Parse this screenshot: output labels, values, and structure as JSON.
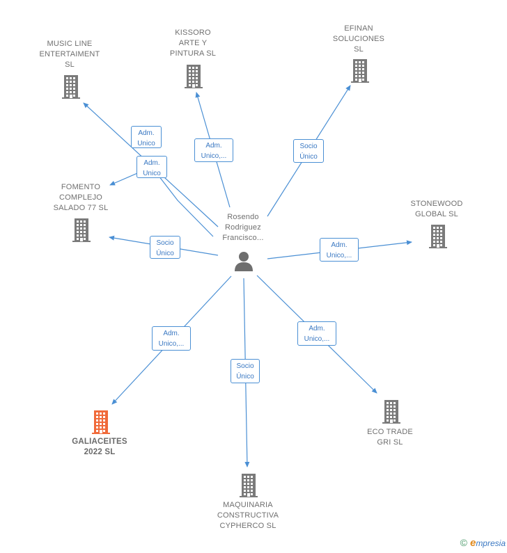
{
  "colors": {
    "edge": "#4a8fd4",
    "building": "#7a7a7a",
    "focus_building": "#f06a3a",
    "person": "#6e6e6e"
  },
  "center": {
    "name": "Rosendo\nRodriguez\nFrancisco..."
  },
  "companies": [
    {
      "id": "music-line",
      "name": "MUSIC LINE\nENTERTAIMENT\nSL"
    },
    {
      "id": "kissoro",
      "name": "KISSORO\nARTE Y\nPINTURA  SL"
    },
    {
      "id": "efinan",
      "name": "EFINAN\nSOLUCIONES\nSL"
    },
    {
      "id": "fomento",
      "name": "FOMENTO\nCOMPLEJO\nSALADO 77  SL"
    },
    {
      "id": "stonewood",
      "name": "STONEWOOD\nGLOBAL  SL"
    },
    {
      "id": "galiaceites",
      "name": "GALIACEITES\n2022  SL",
      "focus": true
    },
    {
      "id": "maquinaria",
      "name": "MAQUINARIA\nCONSTRUCTIVA\nCYPHERCO  SL"
    },
    {
      "id": "eco-trade",
      "name": "ECO TRADE\nGRI  SL"
    }
  ],
  "relations": [
    {
      "to": "music-line",
      "label": "Adm.\nUnico"
    },
    {
      "to": "kissoro",
      "label": "Adm.\nUnico,..."
    },
    {
      "to": "efinan",
      "label": "Socio\nÚnico"
    },
    {
      "to": "fomento",
      "label": "Adm.\nUnico"
    },
    {
      "to": "fomento",
      "label": "Socio\nÚnico"
    },
    {
      "to": "stonewood",
      "label": "Adm.\nUnico,..."
    },
    {
      "to": "galiaceites",
      "label": "Adm.\nUnico,..."
    },
    {
      "to": "maquinaria",
      "label": "Socio\nÚnico"
    },
    {
      "to": "eco-trade",
      "label": "Adm.\nUnico,..."
    }
  ],
  "footer": {
    "copyright": "©",
    "brand_initial": "e",
    "brand_rest": "mpresia"
  }
}
